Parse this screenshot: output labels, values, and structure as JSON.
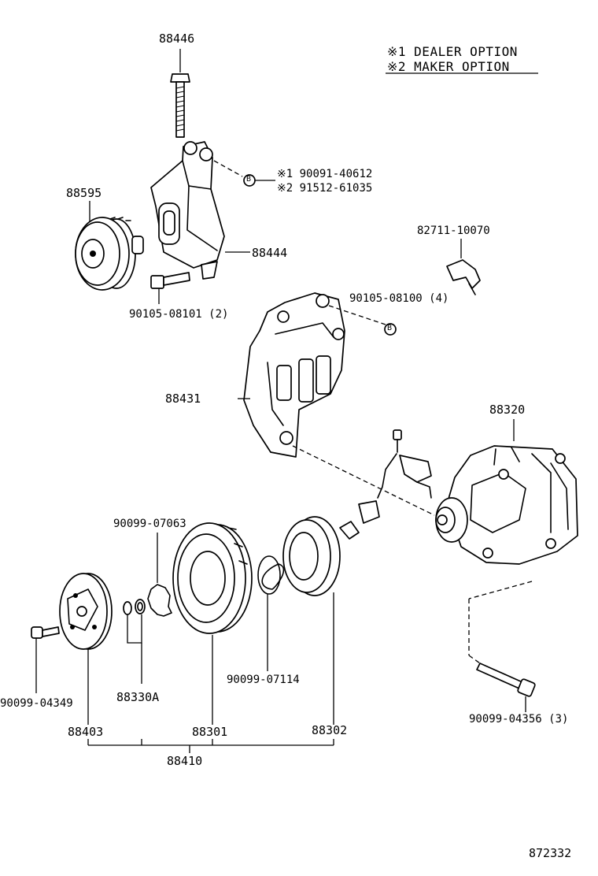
{
  "legend": {
    "line1": "※1 DEALER OPTION",
    "line2": "※2 MAKER OPTION"
  },
  "callouts": {
    "p88446": "88446",
    "p88595": "88595",
    "p88444": "88444",
    "p90105_08101": "90105-08101 (2)",
    "opt1": "※1 90091-40612",
    "opt2": "※2 91512-61035",
    "p82711": "82711-10070",
    "p90105_08100": "90105-08100 (4)",
    "p88431": "88431",
    "p88320": "88320",
    "p90099_07063": "90099-07063",
    "p90099_04349": "90099-04349",
    "p88330A": "88330A",
    "p90099_07114": "90099-07114",
    "p88403": "88403",
    "p88301": "88301",
    "p88302": "88302",
    "p88410": "88410",
    "p90099_04356": "90099-04356 (3)"
  },
  "bubble_letter": "B",
  "figure_number": "872332"
}
